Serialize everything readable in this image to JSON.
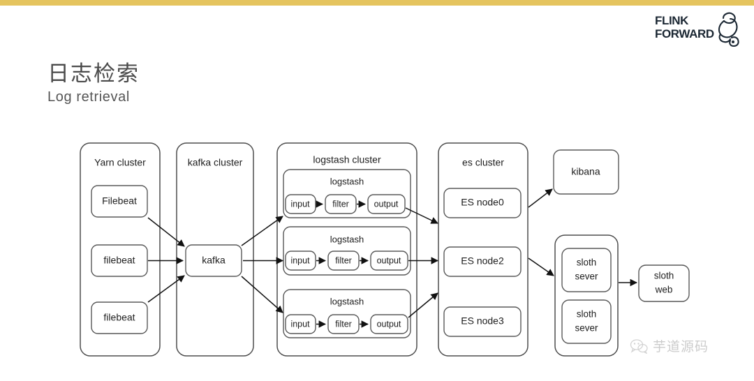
{
  "slide": {
    "title_cn": "日志检索",
    "title_en": "Log retrieval",
    "accent_color": "#e5c45f",
    "background_color": "#ffffff"
  },
  "logo": {
    "line1": "FLINK",
    "line2": "FORWARD",
    "icon": "squirrel-icon",
    "color": "#1b2733"
  },
  "watermark": {
    "text": "芋道源码",
    "icon": "wechat-icon",
    "color": "#9a9a9a"
  },
  "diagram": {
    "type": "architecture-flow",
    "clusters": [
      {
        "id": "yarn",
        "label": "Yarn cluster",
        "nodes": [
          {
            "id": "filebeat0",
            "label": "Filebeat"
          },
          {
            "id": "filebeat1",
            "label": "filebeat"
          },
          {
            "id": "filebeat2",
            "label": "filebeat"
          }
        ]
      },
      {
        "id": "kafka-cluster",
        "label": "kafka cluster",
        "nodes": [
          {
            "id": "kafka",
            "label": "kafka"
          }
        ]
      },
      {
        "id": "logstash-cluster",
        "label": "logstash cluster",
        "nodes": [
          {
            "id": "logstash0",
            "label": "logstash",
            "stages": [
              {
                "id": "input0",
                "label": "input"
              },
              {
                "id": "filter0",
                "label": "filter"
              },
              {
                "id": "output0",
                "label": "output"
              }
            ]
          },
          {
            "id": "logstash1",
            "label": "logstash",
            "stages": [
              {
                "id": "input1",
                "label": "input"
              },
              {
                "id": "filter1",
                "label": "filter"
              },
              {
                "id": "output1",
                "label": "output"
              }
            ]
          },
          {
            "id": "logstash2",
            "label": "logstash",
            "stages": [
              {
                "id": "input2",
                "label": "input"
              },
              {
                "id": "filter2",
                "label": "filter"
              },
              {
                "id": "output2",
                "label": "output"
              }
            ]
          }
        ]
      },
      {
        "id": "es-cluster",
        "label": "es cluster",
        "nodes": [
          {
            "id": "esnode0",
            "label": "ES node0"
          },
          {
            "id": "esnode2",
            "label": "ES node2"
          },
          {
            "id": "esnode3",
            "label": "ES node3"
          }
        ]
      },
      {
        "id": "sloth-cluster",
        "label": "",
        "nodes": [
          {
            "id": "sloth0",
            "label_line1": "sloth",
            "label_line2": "sever"
          },
          {
            "id": "sloth1",
            "label_line1": "sloth",
            "label_line2": "sever"
          }
        ]
      }
    ],
    "standalone": [
      {
        "id": "kibana",
        "label": "kibana"
      },
      {
        "id": "slothweb",
        "label_line1": "sloth",
        "label_line2": "web"
      }
    ],
    "edges": [
      {
        "from": "filebeat0",
        "to": "kafka"
      },
      {
        "from": "filebeat1",
        "to": "kafka"
      },
      {
        "from": "filebeat2",
        "to": "kafka"
      },
      {
        "from": "kafka",
        "to": "input0"
      },
      {
        "from": "kafka",
        "to": "input1"
      },
      {
        "from": "kafka",
        "to": "input2"
      },
      {
        "from": "input0",
        "to": "filter0"
      },
      {
        "from": "filter0",
        "to": "output0"
      },
      {
        "from": "input1",
        "to": "filter1"
      },
      {
        "from": "filter1",
        "to": "output1"
      },
      {
        "from": "input2",
        "to": "filter2"
      },
      {
        "from": "filter2",
        "to": "output2"
      },
      {
        "from": "output0",
        "to": "es-cluster"
      },
      {
        "from": "output1",
        "to": "es-cluster"
      },
      {
        "from": "output2",
        "to": "es-cluster"
      },
      {
        "from": "es-cluster",
        "to": "kibana"
      },
      {
        "from": "es-cluster",
        "to": "sloth-cluster"
      },
      {
        "from": "sloth-cluster",
        "to": "slothweb"
      }
    ]
  }
}
